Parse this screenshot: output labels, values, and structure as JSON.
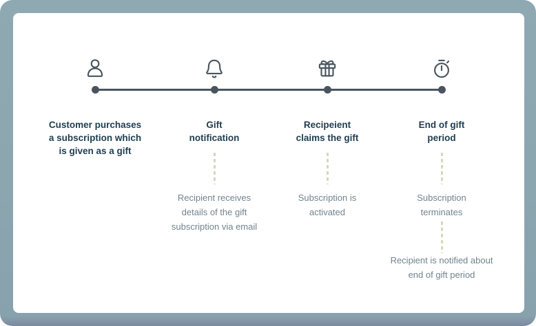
{
  "colors": {
    "frame_background": "#8ca6b0",
    "card_background": "#ffffff",
    "timeline": "#49545e",
    "title_text": "#1e3d4f",
    "subtitle_text": "#71838e",
    "dashed_connector": "#dbd5be"
  },
  "timeline": {
    "type": "horizontal-4-step",
    "steps": [
      {
        "icon": "person-icon",
        "title": "Customer purchases\na subscription which\nis given as a gift",
        "subtitle": "",
        "subtitle2": ""
      },
      {
        "icon": "bell-icon",
        "title": "Gift\nnotification",
        "subtitle": "Recipient receives\ndetails of the gift\nsubscription via email",
        "subtitle2": ""
      },
      {
        "icon": "gift-icon",
        "title": "Recipeient\nclaims the gift",
        "subtitle": "Subscription is\nactivated",
        "subtitle2": ""
      },
      {
        "icon": "stopwatch-icon",
        "title": "End of gift\nperiod",
        "subtitle": "Subscription\nterminates",
        "subtitle2": "Recipient is notified about\nend of gift period"
      }
    ]
  }
}
